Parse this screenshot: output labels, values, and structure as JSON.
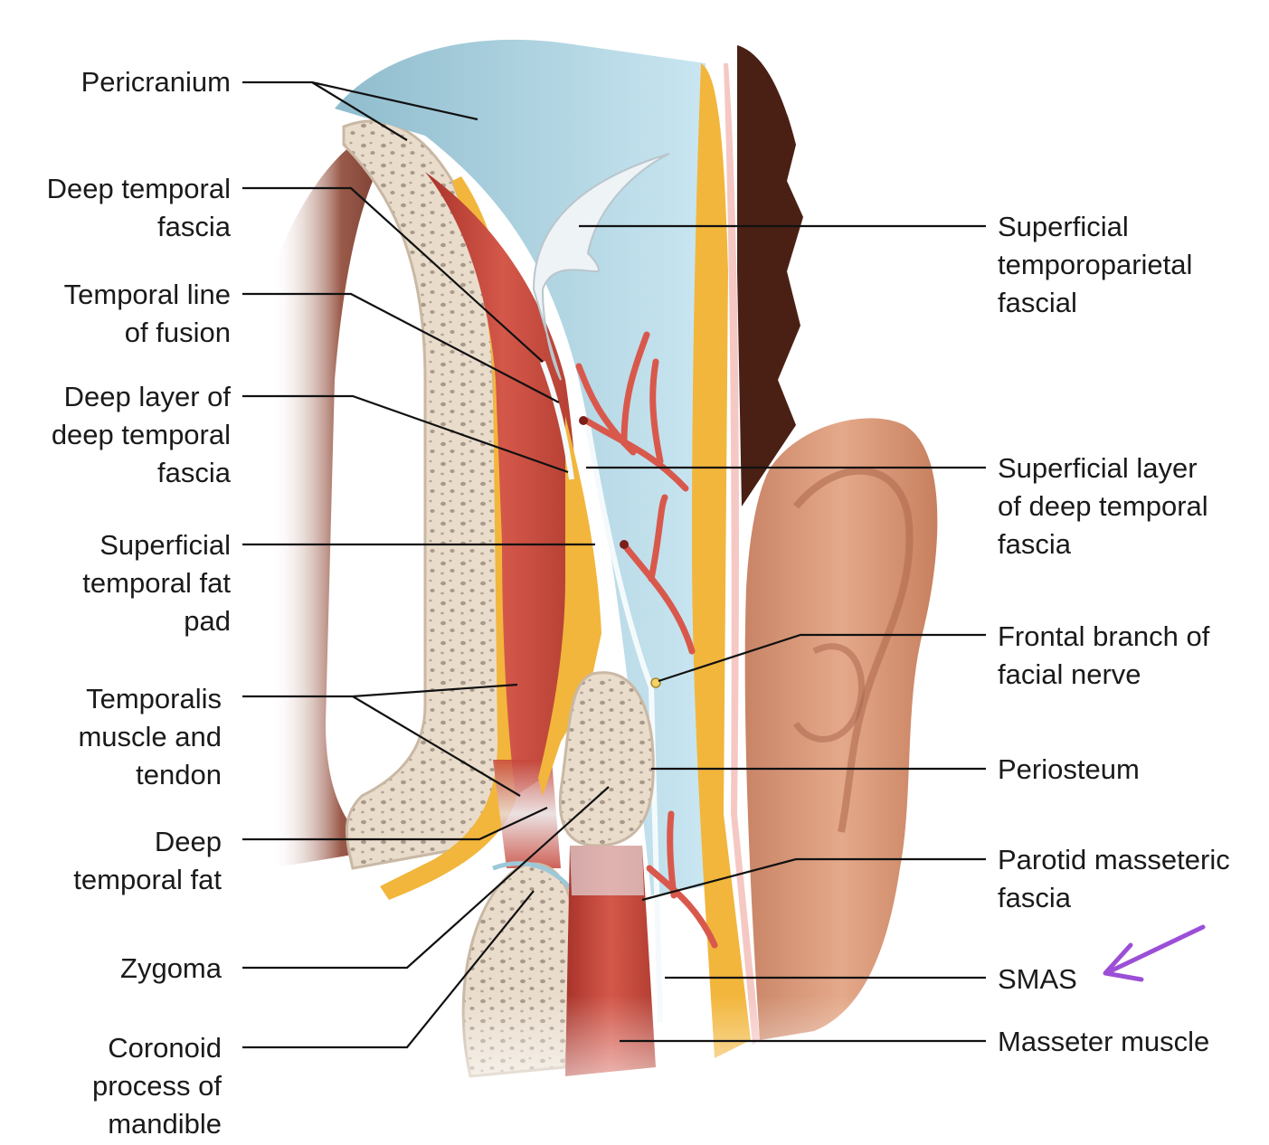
{
  "labels": {
    "pericranium": [
      "Pericranium"
    ],
    "deep_temporal_fascia": [
      "Deep temporal",
      "fascia"
    ],
    "temporal_line_of_fusion": [
      "Temporal line",
      "of fusion"
    ],
    "deep_layer_dtf": [
      "Deep layer of",
      "deep temporal",
      "fascia"
    ],
    "superficial_temporal_fat_pad": [
      "Superficial",
      "temporal fat",
      "pad"
    ],
    "temporalis": [
      "Temporalis",
      "muscle and",
      "tendon"
    ],
    "deep_temporal_fat": [
      "Deep",
      "temporal fat"
    ],
    "zygoma": [
      "Zygoma"
    ],
    "coronoid": [
      "Coronoid",
      "process of",
      "mandible"
    ],
    "superficial_tpf": [
      "Superficial",
      "temporoparietal",
      "fascial"
    ],
    "superficial_layer_dtf": [
      "Superficial layer",
      "of deep temporal",
      "fascia"
    ],
    "frontal_branch": [
      "Frontal branch of",
      "facial nerve"
    ],
    "periosteum": [
      "Periosteum"
    ],
    "parotid_masseteric": [
      "Parotid masseteric",
      "fascia"
    ],
    "smas": [
      "SMAS"
    ],
    "masseter": [
      "Masseter muscle"
    ]
  },
  "colors": {
    "bone": "#e9dccb",
    "bone_pores": "#a8998a",
    "muscle": "#c6463a",
    "fat": "#f2b63c",
    "fascia_blue": "#bfe0ec",
    "skin": "#d99a78",
    "hair": "#4a2015",
    "vessel": "#d9584c",
    "annotation_arrow": "#9b4fd6"
  }
}
